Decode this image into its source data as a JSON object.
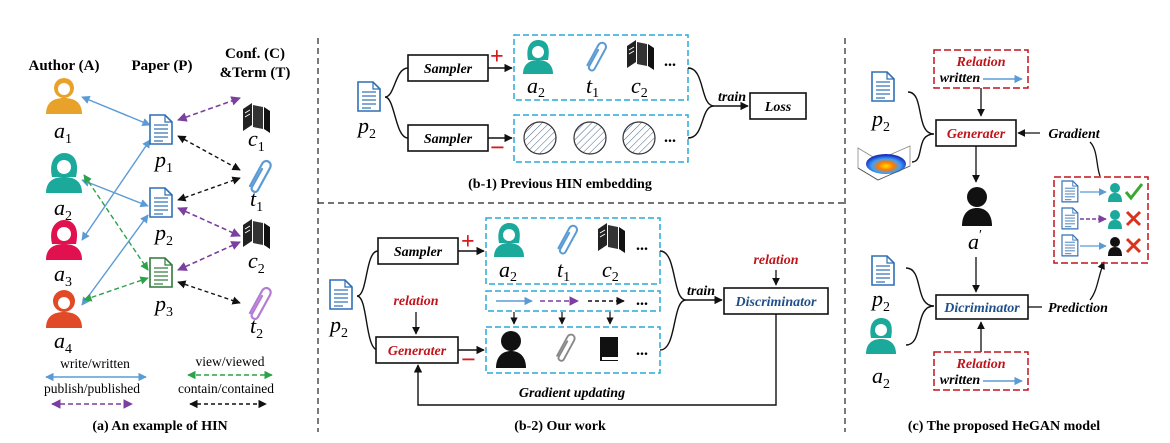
{
  "panel_a": {
    "header_author": "Author (A)",
    "header_paper": "Paper (P)",
    "header_conf": "Conf. (C)",
    "header_term": "&Term (T)",
    "authors": [
      {
        "v": "a",
        "s": "1",
        "color": "#e8a22a"
      },
      {
        "v": "a",
        "s": "2",
        "color": "#1aa99a"
      },
      {
        "v": "a",
        "s": "3",
        "color": "#e0114e"
      },
      {
        "v": "a",
        "s": "4",
        "color": "#e04a26"
      }
    ],
    "papers": [
      {
        "v": "p",
        "s": "1"
      },
      {
        "v": "p",
        "s": "2"
      },
      {
        "v": "p",
        "s": "3"
      }
    ],
    "nodes_right": [
      {
        "v": "c",
        "s": "1"
      },
      {
        "v": "t",
        "s": "1"
      },
      {
        "v": "c",
        "s": "2"
      },
      {
        "v": "t",
        "s": "2"
      }
    ],
    "legend": {
      "write": "write/written",
      "view": "view/viewed",
      "publish": "publish/published",
      "contain": "contain/contained"
    },
    "caption": "(a) An example of HIN"
  },
  "panel_b1": {
    "paper": {
      "v": "p",
      "s": "2"
    },
    "sampler_top": "Sampler",
    "sampler_bottom": "Sampler",
    "plus": "+",
    "minus": "−",
    "nodes": [
      {
        "v": "a",
        "s": "2"
      },
      {
        "v": "t",
        "s": "1"
      },
      {
        "v": "c",
        "s": "2"
      }
    ],
    "ellipsis": "...",
    "train": "train",
    "loss": "Loss",
    "caption": "(b-1) Previous HIN embedding"
  },
  "panel_b2": {
    "paper": {
      "v": "p",
      "s": "2"
    },
    "sampler": "Sampler",
    "generater": "Generater",
    "relation_left": "relation",
    "relation_right": "relation",
    "plus": "+",
    "minus": "−",
    "nodes": [
      {
        "v": "a",
        "s": "2"
      },
      {
        "v": "t",
        "s": "1"
      },
      {
        "v": "c",
        "s": "2"
      }
    ],
    "ellipsis": "...",
    "train": "train",
    "discriminator": "Discriminator",
    "gradient_updating": "Gradient updating",
    "caption": "(b-2) Our work"
  },
  "panel_c": {
    "relation_top": "Relation",
    "written_top": "written",
    "paper_top": {
      "v": "p",
      "s": "2"
    },
    "generater": "Generater",
    "gradient": "Gradient",
    "a_prime": "a",
    "prime": "′",
    "paper_bottom": {
      "v": "p",
      "s": "2"
    },
    "author_bottom": {
      "v": "a",
      "s": "2"
    },
    "dicriminator": "Dicriminator",
    "prediction": "Prediction",
    "relation_bottom": "Relation",
    "written_bottom": "written",
    "caption": "(c) The proposed HeGAN model"
  },
  "colors": {
    "write": "#5b9bd5",
    "view": "#2ca24a",
    "publish": "#7c3fa0",
    "contain": "#111111",
    "dash_box": "#29a8dc",
    "relation_box": "#c0141b",
    "teal": "#1aa99a",
    "check": "#3aa832",
    "cross": "#d9341b"
  }
}
